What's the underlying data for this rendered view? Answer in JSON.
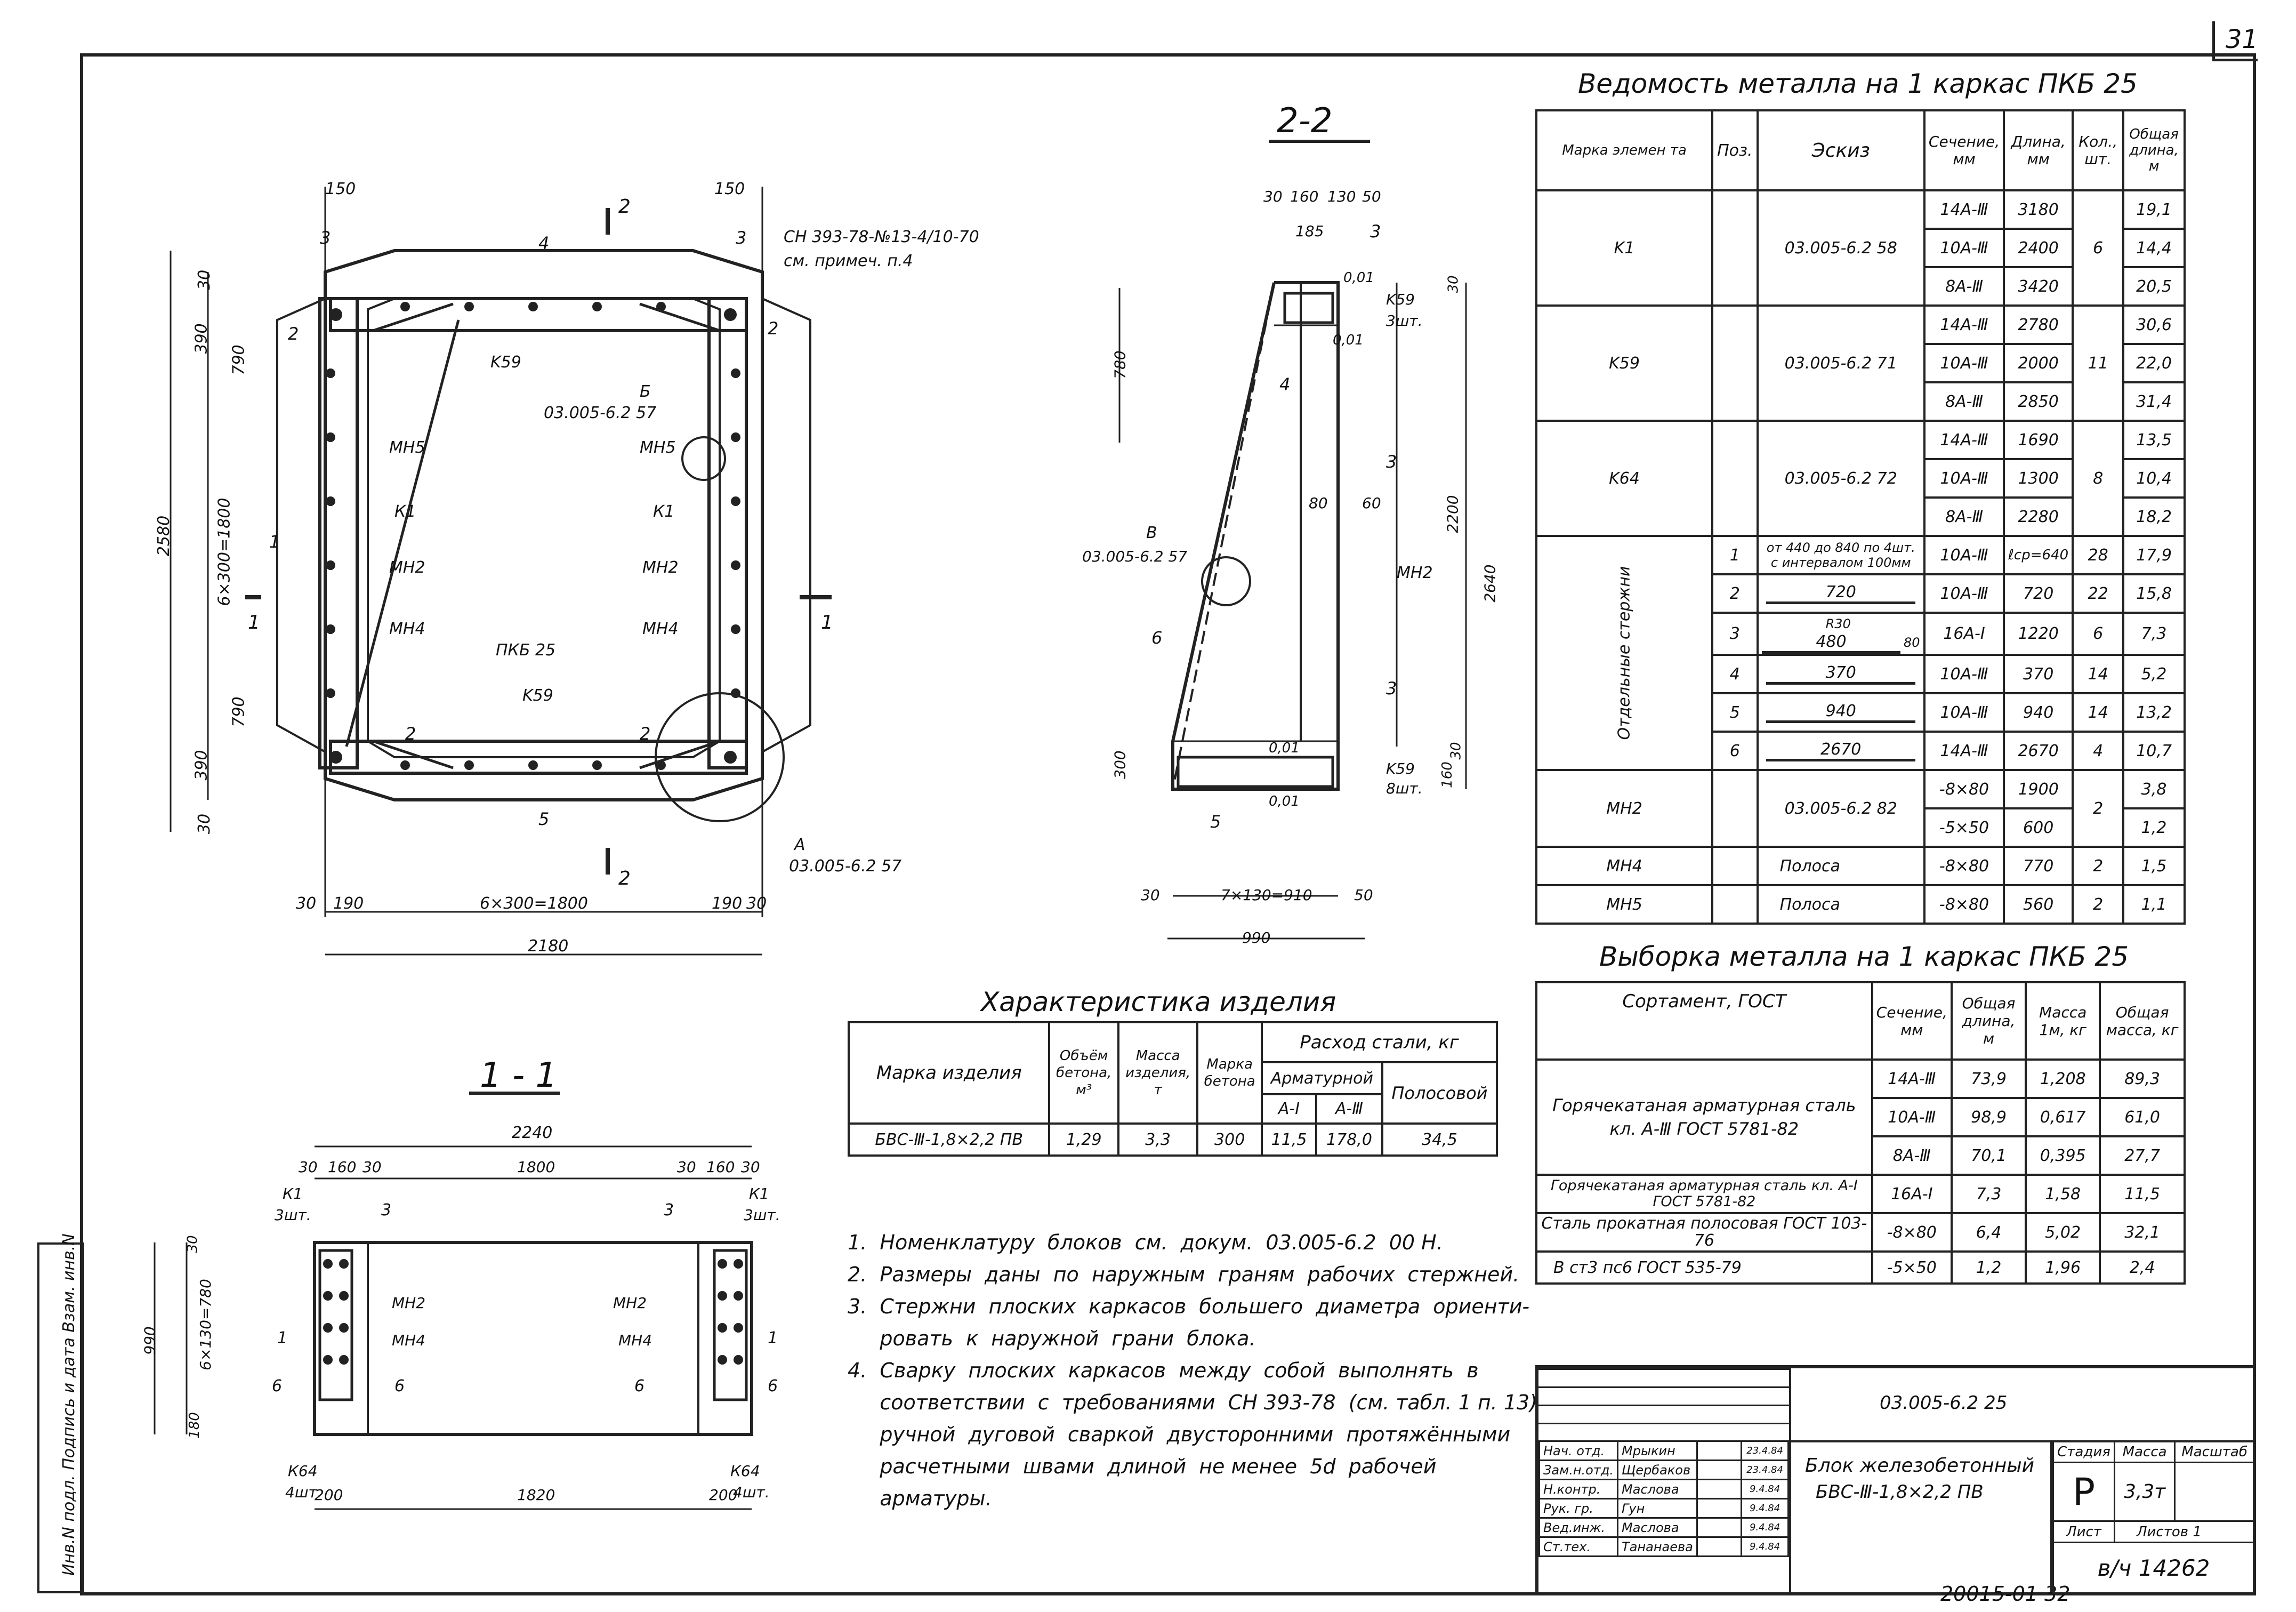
{
  "page_number": "31",
  "bottom_code": "20015-01 32",
  "side_stamp": "Инв.N подл.  Подпись и дата  Взам. инв.N",
  "drawings": {
    "plan": {
      "dims_top": [
        "150",
        "150"
      ],
      "dims_bottom": [
        "30",
        "190",
        "6×300=1800",
        "190",
        "30"
      ],
      "total_bottom": "2180",
      "left_dims": [
        "30",
        "390",
        "790",
        "6×300=1800",
        "790",
        "390",
        "30"
      ],
      "left_total": "2580",
      "labels": [
        "K59",
        "МН5",
        "К1",
        "МН2",
        "МН4",
        "ПКБ 25",
        "K59",
        "МН5",
        "К1",
        "МН2",
        "МН4"
      ],
      "positions": [
        "1",
        "2",
        "3",
        "4",
        "5"
      ],
      "section_mark": "2",
      "section_mark_1": "1",
      "callout_cn": "СН 393-78-№13-4/10-70",
      "callout_cn2": "см. примеч. п.4",
      "callout_b": "Б",
      "callout_b_ref": "03.005-6.2  57",
      "callout_a": "A",
      "callout_a_ref": "03.005-6.2  57"
    },
    "section_22": {
      "title": "2-2",
      "dims_top": [
        "30",
        "160",
        "130",
        "50",
        "185"
      ],
      "dims_bottom": [
        "30",
        "7×130=910",
        "50"
      ],
      "total_bottom": "990",
      "right_dims": [
        "30",
        "2200",
        "160",
        "30",
        "2640"
      ],
      "left_dims": [
        "780",
        "300"
      ],
      "labels": [
        "K59",
        "3шт.",
        "K59",
        "8шт.",
        "МН2",
        "0,01",
        "0,01",
        "0,01",
        "0,01"
      ],
      "callout_b": "В",
      "callout_b_ref": "03.005-6.2  57",
      "positions": [
        "3",
        "4",
        "3",
        "6",
        "3",
        "5"
      ],
      "small": [
        "80",
        "60"
      ]
    },
    "section_11": {
      "title": "1 - 1",
      "total_top": "2240",
      "dims_top": [
        "30",
        "160",
        "30",
        "1800",
        "30",
        "160",
        "30"
      ],
      "dims_bottom": [
        "200",
        "1820",
        "200"
      ],
      "left_dims": [
        "30",
        "6×130=780",
        "180"
      ],
      "left_total": "990",
      "labels": [
        "К1",
        "3шт.",
        "МН2",
        "МН4",
        "К64",
        "4шт.",
        "К1",
        "3шт.",
        "МН2",
        "МН4",
        "К64",
        "4шт."
      ],
      "positions": [
        "3",
        "1",
        "6",
        "6",
        "3",
        "1",
        "6",
        "6"
      ]
    }
  },
  "vedomost": {
    "title": "Ведомость   металла   на  1 каркас  ПКБ 25",
    "headers": [
      "Марка элемен та",
      "Поз.",
      "Эскиз",
      "Сечение, мм",
      "Длина, мм",
      "Кол., шт.",
      "Общая длина, м"
    ],
    "rows": [
      {
        "mark": "K1",
        "sketch": "03.005-6.2  58",
        "count": "6",
        "subs": [
          [
            "14А-Ⅲ",
            "3180",
            "19,1"
          ],
          [
            "10А-Ⅲ",
            "2400",
            "14,4"
          ],
          [
            "8А-Ⅲ",
            "3420",
            "20,5"
          ]
        ]
      },
      {
        "mark": "K59",
        "sketch": "03.005-6.2  71",
        "count": "11",
        "subs": [
          [
            "14А-Ⅲ",
            "2780",
            "30,6"
          ],
          [
            "10А-Ⅲ",
            "2000",
            "22,0"
          ],
          [
            "8А-Ⅲ",
            "2850",
            "31,4"
          ]
        ]
      },
      {
        "mark": "K64",
        "sketch": "03.005-6.2  72",
        "count": "8",
        "subs": [
          [
            "14А-Ⅲ",
            "1690",
            "13,5"
          ],
          [
            "10А-Ⅲ",
            "1300",
            "10,4"
          ],
          [
            "8А-Ⅲ",
            "2280",
            "18,2"
          ]
        ]
      }
    ],
    "group_label": "Отдельные стержни",
    "bars": [
      {
        "pos": "1",
        "sketch": "от 440 до 840  по 4шт. с интервалом 100мм",
        "sec": "10А-Ⅲ",
        "len": "ℓср=640",
        "cnt": "28",
        "tot": "17,9"
      },
      {
        "pos": "2",
        "sketch": "720",
        "sec": "10А-Ⅲ",
        "len": "720",
        "cnt": "22",
        "tot": "15,8"
      },
      {
        "pos": "3",
        "sketch": "480",
        "sketch_extra": "R30",
        "sketch_extra2": "80",
        "sec": "16А-Ⅰ",
        "len": "1220",
        "cnt": "6",
        "tot": "7,3"
      },
      {
        "pos": "4",
        "sketch": "370",
        "sec": "10А-Ⅲ",
        "len": "370",
        "cnt": "14",
        "tot": "5,2"
      },
      {
        "pos": "5",
        "sketch": "940",
        "sec": "10А-Ⅲ",
        "len": "940",
        "cnt": "14",
        "tot": "13,2"
      },
      {
        "pos": "6",
        "sketch": "2670",
        "sec": "14А-Ⅲ",
        "len": "2670",
        "cnt": "4",
        "tot": "10,7"
      }
    ],
    "mn2": {
      "mark": "МН2",
      "sketch": "03.005-6.2  82",
      "count": "2",
      "subs": [
        [
          "-8×80",
          "1900",
          "3,8"
        ],
        [
          "-5×50",
          "600",
          "1,2"
        ]
      ]
    },
    "mn4": {
      "mark": "МН4",
      "sketch": "Полоса",
      "sec": "-8×80",
      "len": "770",
      "cnt": "2",
      "tot": "1,5"
    },
    "mn5": {
      "mark": "МН5",
      "sketch": "Полоса",
      "sec": "-8×80",
      "len": "560",
      "cnt": "2",
      "tot": "1,1"
    }
  },
  "vyborka": {
    "title": "Выборка   металла   на  1 каркас  ПКБ 25",
    "headers": [
      "Сортамент, ГОСТ",
      "Сечение, мм",
      "Общая длина, м",
      "Масса 1м, кг",
      "Общая масса, кг"
    ],
    "group1": "Горячекатаная  арматурная  сталь кл. А-Ⅲ  ГОСТ 5781-82",
    "group1_rows": [
      [
        "14А-Ⅲ",
        "73,9",
        "1,208",
        "89,3"
      ],
      [
        "10А-Ⅲ",
        "98,9",
        "0,617",
        "61,0"
      ],
      [
        "8А-Ⅲ",
        "70,1",
        "0,395",
        "27,7"
      ]
    ],
    "group2": "Горячекатаная  арматурная  сталь кл. А-Ⅰ  ГОСТ 5781-82",
    "group2_row": [
      "16А-Ⅰ",
      "7,3",
      "1,58",
      "11,5"
    ],
    "group3": "Сталь  прокатная  полосовая ГОСТ 103-76",
    "group3_row": [
      "-8×80",
      "6,4",
      "5,02",
      "32,1"
    ],
    "group4": "В ст3 пс6  ГОСТ 535-79",
    "group4_row": [
      "-5×50",
      "1,2",
      "1,96",
      "2,4"
    ]
  },
  "character": {
    "title": "Характеристика    изделия",
    "h_mark": "Марка изделия",
    "h_volume": "Объём бетона, м³",
    "h_mass": "Масса изделия, т",
    "h_concrete": "Марка бетона",
    "h_steel": "Расход  стали, кг",
    "h_armature": "Арматурной",
    "h_strip": "Полосовой",
    "h_a1": "А-Ⅰ",
    "h_a3": "А-Ⅲ",
    "row": [
      "БВС-Ⅲ-1,8×2,2 ПВ",
      "1,29",
      "3,3",
      "300",
      "11,5",
      "178,0",
      "34,5"
    ]
  },
  "notes": [
    "1.  Номенклатуру  блоков  см.  докум.  03.005-6.2  00 Н.",
    "2.  Размеры  даны  по  наружным  граням  рабочих  стержней.",
    "3.  Стержни  плоских  каркасов  большего  диаметра  ориенти-",
    "     ровать  к  наружной  грани  блока.",
    "4.  Сварку  плоских  каркасов  между  собой  выполнять  в",
    "     соответствии  с  требованиями  СН 393-78  (см. табл. 1 п. 13)",
    "     ручной  дуговой  сваркой  двусторонними  протяжёнными",
    "     расчетными  швами  длиной  не менее  5d  рабочей",
    "     арматуры."
  ],
  "stamp": {
    "code": "03.005-6.2  25",
    "name": "Блок  железобетонный",
    "name2": "БВС-Ⅲ-1,8×2,2 ПВ",
    "stage_h": "Стадия",
    "mass_h": "Масса",
    "scale_h": "Масштаб",
    "stage": "Р",
    "mass": "3,3т",
    "sheet": "Лист",
    "sheets": "Листов 1",
    "inv": "в/ч 14262",
    "people": [
      [
        "Нач. отд.",
        "Мрыкин",
        "23.4.84"
      ],
      [
        "Зам.н.отд.",
        "Щербаков",
        "23.4.84"
      ],
      [
        "Н.контр.",
        "Маслова",
        "9.4.84"
      ],
      [
        "Рук. гр.",
        "Гун",
        "9.4.84"
      ],
      [
        "Вед.инж.",
        "Маслова",
        "9.4.84"
      ],
      [
        "Ст.тех.",
        "Тананаева",
        "9.4.84"
      ]
    ]
  }
}
